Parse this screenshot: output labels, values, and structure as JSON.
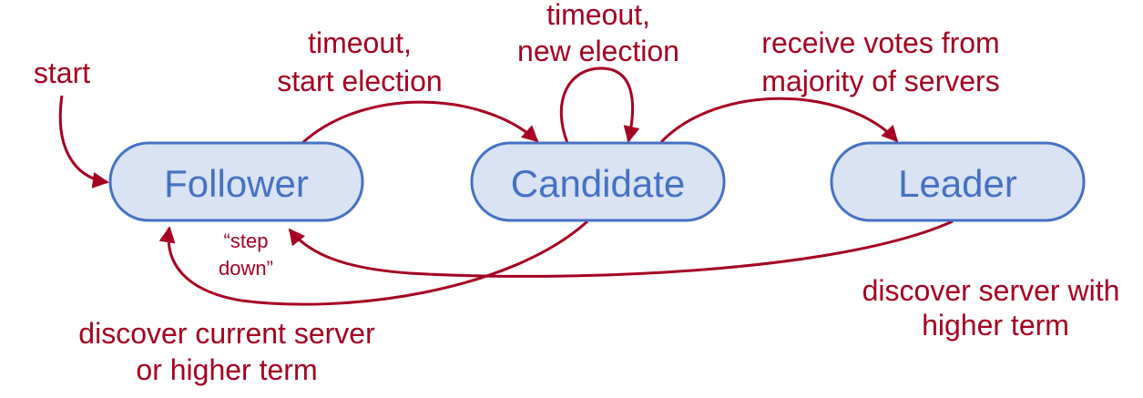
{
  "colors": {
    "state_fill": "#dae3f3",
    "state_stroke": "#4472c4",
    "state_text": "#4472c4",
    "edge": "#a50021",
    "edge_text": "#a50021",
    "background": "#ffffff"
  },
  "states": {
    "follower": "Follower",
    "candidate": "Candidate",
    "leader": "Leader"
  },
  "labels": {
    "start": "start",
    "timeout_start_election": [
      "timeout,",
      "start election"
    ],
    "timeout_new_election": [
      "timeout,",
      "new election"
    ],
    "receive_votes": [
      "receive votes from",
      "majority of servers"
    ],
    "step_down": [
      "“step",
      "down”"
    ],
    "discover_current_server": [
      "discover current server",
      "or higher term"
    ],
    "discover_server_higher_term": [
      "discover server with",
      "higher term"
    ]
  }
}
